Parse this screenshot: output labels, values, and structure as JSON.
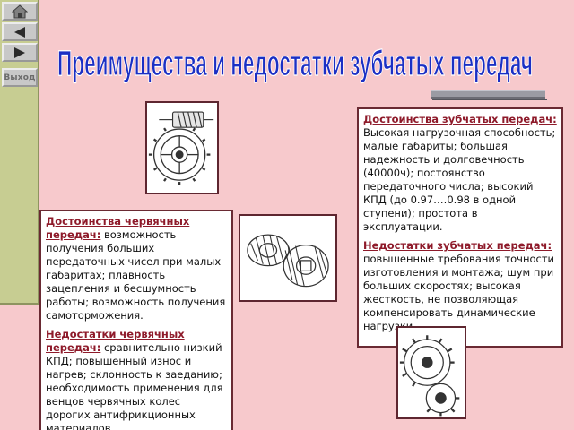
{
  "nav": {
    "home_icon": "home-icon",
    "back_icon": "triangle-left-icon",
    "forward_icon": "triangle-right-icon",
    "end_icon": "end-icon",
    "exit_label": "Выход"
  },
  "title": {
    "text": "Преимущества и недостатки зубчатых передач",
    "color": "#1b2fc4",
    "outline": "#ffffff"
  },
  "gear_box": {
    "adv_heading": "Достоинства зубчатых передач:",
    "adv_text": " Высокая нагрузочная способность; малые габариты; большая надежность и долговечность (40000ч); постоянство передаточного числа; высокий КПД (до 0.97….0.98 в одной ступени); простота в эксплуатации.",
    "dis_heading": "Недостатки зубчатых передач:",
    "dis_text": "  повышенные требования точности изготовления и монтажа; шум при больших скоростях; высокая жесткость, не позволяющая компенсировать динамические нагрузки"
  },
  "worm_box": {
    "adv_heading": "Достоинства червячных передач:",
    "adv_text": " возможность получения больших передаточных чисел при малых габаритах; плавность зацепления и бесшумность работы; возможность получения самоторможения.",
    "dis_heading": "Недостатки червячных передач:",
    "dis_text": " сравнительно низкий КПД; повышенный износ и нагрев; склонность к заеданию; необходимость применения для венцов червячных колес дорогих антифрикционных материалов."
  },
  "colors": {
    "background": "#f7c9cc",
    "nav_strip": "#c7cd92",
    "heading": "#8e1a2a",
    "border": "#6a2a33"
  }
}
